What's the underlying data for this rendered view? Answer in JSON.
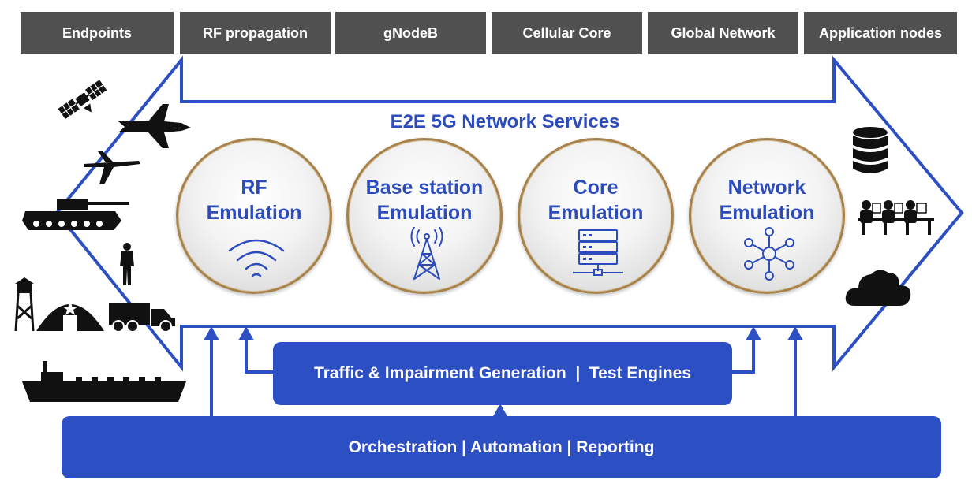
{
  "headers": [
    "Endpoints",
    "RF propagation",
    "gNodeB",
    "Cellular Core",
    "Global Network",
    "Application nodes"
  ],
  "services_title": "E2E 5G Network Services",
  "emulations": [
    {
      "line1": "RF",
      "line2": "Emulation",
      "icon": "wifi-signal-icon"
    },
    {
      "line1": "Base station",
      "line2": "Emulation",
      "icon": "cell-tower-icon"
    },
    {
      "line1": "Core",
      "line2": "Emulation",
      "icon": "server-rack-icon"
    },
    {
      "line1": "Network",
      "line2": "Emulation",
      "icon": "network-hub-icon"
    }
  ],
  "traffic_bar": "Traffic & Impairment Generation  |  Test Engines",
  "orchestration_bar": "Orchestration |  Automation | Reporting",
  "endpoint_icons": [
    "satellite-icon",
    "fighter-jet-icon",
    "drone-icon",
    "tank-icon",
    "soldier-icon",
    "watchtower-icon",
    "hangar-icon",
    "military-truck-icon",
    "ship-icon"
  ],
  "application_icons": [
    "database-icon",
    "operators-workstation-icon",
    "cloud-icon"
  ],
  "colors": {
    "accent": "#2c4fc4",
    "header_bg": "#505050",
    "ring": "#a7824a"
  }
}
